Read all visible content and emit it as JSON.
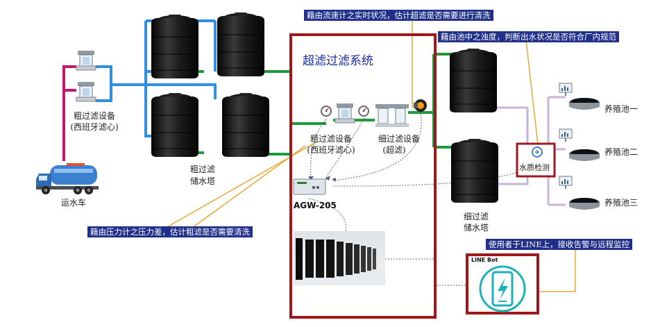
{
  "system_title": "超滤过滤系统",
  "callouts": {
    "flow_meter": "藉由流速计之实时状况，估计超滤是否需要进行清洗",
    "turbidity": "藉由池中之浊度，判断出水状况是否符合厂内规范",
    "pressure": "藉由压力计之压力差，估计粗滤是否需要清洗",
    "line_alert": "使用者于LINE上，接收告警与远程监控"
  },
  "labels": {
    "coarse_filter_left_line1": "粗过滤设备",
    "coarse_filter_left_line2": "(西班牙滤心)",
    "truck": "运水车",
    "coarse_tower_line1": "粗过滤",
    "coarse_tower_line2": "储水塔",
    "coarse_filter_sys_line1": "粗过滤设备",
    "coarse_filter_sys_line2": "(西班牙滤心)",
    "fine_filter_sys_line1": "细过滤设备",
    "fine_filter_sys_line2": "(超滤)",
    "gateway": "AGW-205",
    "fine_tower_line1": "细过滤",
    "fine_tower_line2": "储水塔",
    "water_quality": "水质检测",
    "pond1": "养殖池一",
    "pond2": "养殖池二",
    "pond3": "养殖池三",
    "line_bot": "LINE  Bot"
  },
  "colors": {
    "frame_red": "#a0181c",
    "pipe_blue": "#2f8fe0",
    "pipe_green": "#1f9a3a",
    "pipe_magenta": "#c2186b",
    "pipe_lavender": "#c8b4d8",
    "callout_bg": "#1f2f8a",
    "callout_line": "#e8a838",
    "tank_black": "#1a1a1a"
  }
}
